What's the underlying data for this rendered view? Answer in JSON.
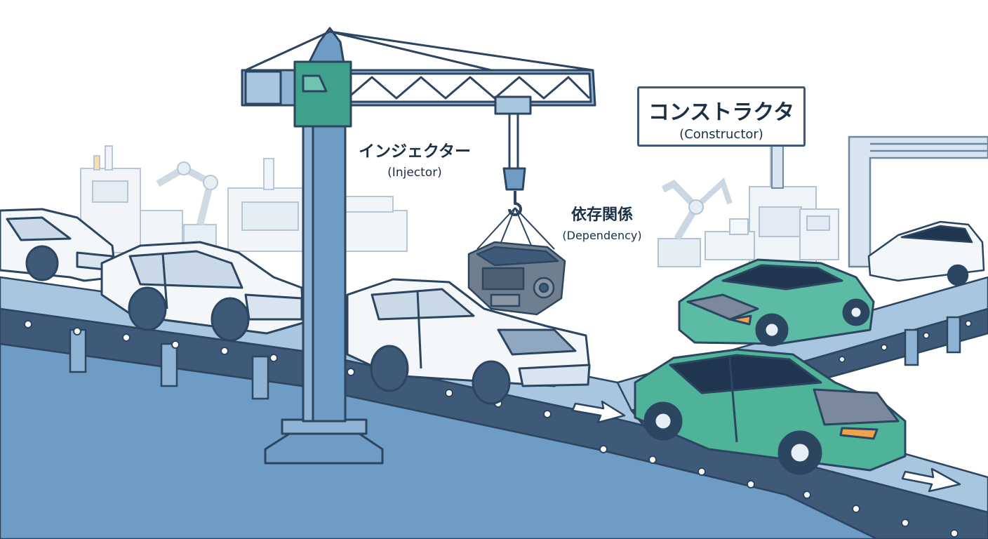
{
  "labels": {
    "injector_jp": "インジェクター",
    "injector_en": "(Injector)",
    "dependency_jp": "依存関係",
    "dependency_en": "(Dependency)",
    "constructor_jp": "コンストラクタ",
    "constructor_en": "(Constructor)"
  },
  "colors": {
    "outline": "#2c4560",
    "steel_blue": "#6f9cc4",
    "steel_light": "#a9c6e0",
    "belt_dark": "#3e5a78",
    "car_body_white": "#f4f7fa",
    "car_finished_teal": "#4fb39a",
    "crane_cab_teal": "#3fa08c",
    "background_machine": "#dde8f2"
  },
  "icons": {
    "crane": "gantry-crane-icon",
    "engine": "engine-block-icon",
    "hook": "crane-hook-icon",
    "arrow": "conveyor-arrow-icon",
    "robot_arm": "robot-arm-icon"
  }
}
